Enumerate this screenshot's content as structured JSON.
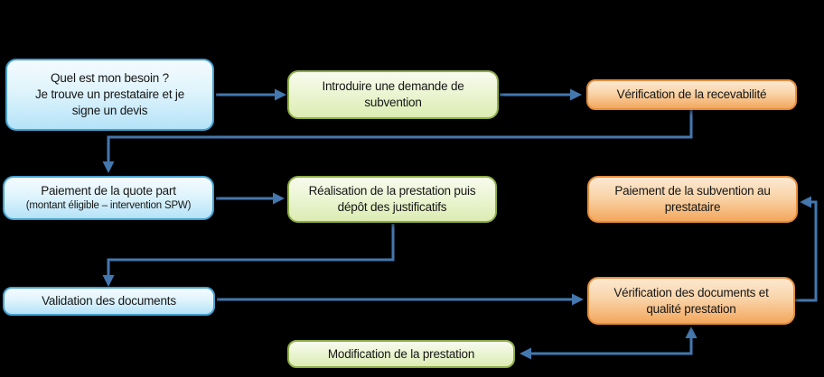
{
  "canvas": {
    "background": "#000000"
  },
  "colors": {
    "canvas_bg": "#000000",
    "arrow": "#4477AE",
    "blue_border": "#46A2D1",
    "blue_fill": "#B5E3F8",
    "green_border": "#8FAE49",
    "green_fill": "#DCECB2",
    "orange_border": "#E58E3D",
    "orange_fill": "#F3A75D"
  },
  "nodes": {
    "besoin": {
      "color": "blue",
      "lines": [
        "Quel est mon besoin ?",
        "Je trouve un prestataire et je",
        "signe un devis"
      ]
    },
    "demande": {
      "color": "green",
      "lines": [
        "Introduire une demande de",
        "subvention"
      ]
    },
    "recevabilite": {
      "color": "orange",
      "lines": [
        "Vérification de la recevabilité"
      ]
    },
    "quote_part": {
      "color": "blue",
      "lines": [
        "Paiement de la quote part",
        "(montant éligible – intervention SPW)"
      ]
    },
    "realisation": {
      "color": "green",
      "lines": [
        "Réalisation de la prestation puis",
        "dépôt des justificatifs"
      ]
    },
    "subvention_paiement": {
      "color": "orange",
      "lines": [
        "Paiement de la subvention au",
        "prestataire"
      ]
    },
    "validation": {
      "color": "blue",
      "lines": [
        "Validation des documents"
      ]
    },
    "verification_docs": {
      "color": "orange",
      "lines": [
        "Vérification des documents et",
        "qualité prestation"
      ]
    },
    "modification": {
      "color": "green",
      "lines": [
        "Modification de la prestation"
      ]
    }
  }
}
